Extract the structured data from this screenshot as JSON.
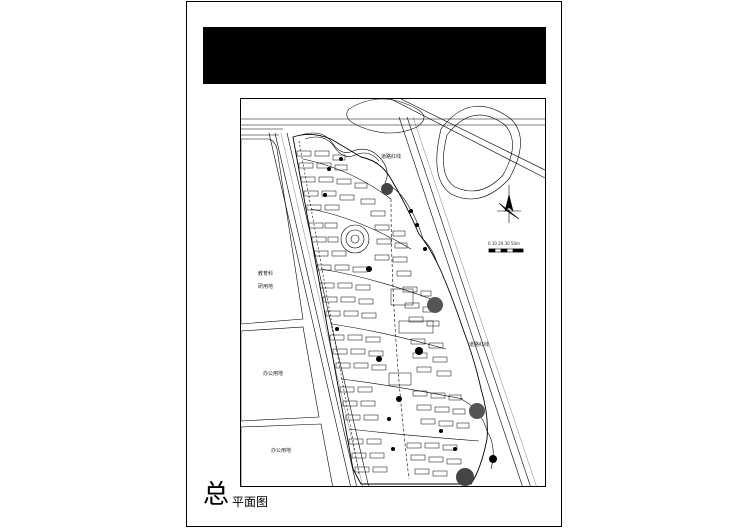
{
  "drawing": {
    "title_char_large": "总",
    "title_rest": "平面图"
  },
  "plan_labels": {
    "road_red_line_top": "道路红线",
    "road_red_line_right": "道路红线",
    "zone_education": "教育科",
    "zone_research": "研用地",
    "zone_office_1": "办公用地",
    "zone_office_2": "办公用地"
  },
  "scale_bar": {
    "ticks": "0  10  20  30  50m"
  },
  "colors": {
    "ink": "#000000",
    "paper": "#ffffff",
    "grey_road": "#9a9a9a"
  },
  "icons": {
    "north_arrow": "north-arrow-icon",
    "scale_bar": "scale-bar-icon"
  }
}
